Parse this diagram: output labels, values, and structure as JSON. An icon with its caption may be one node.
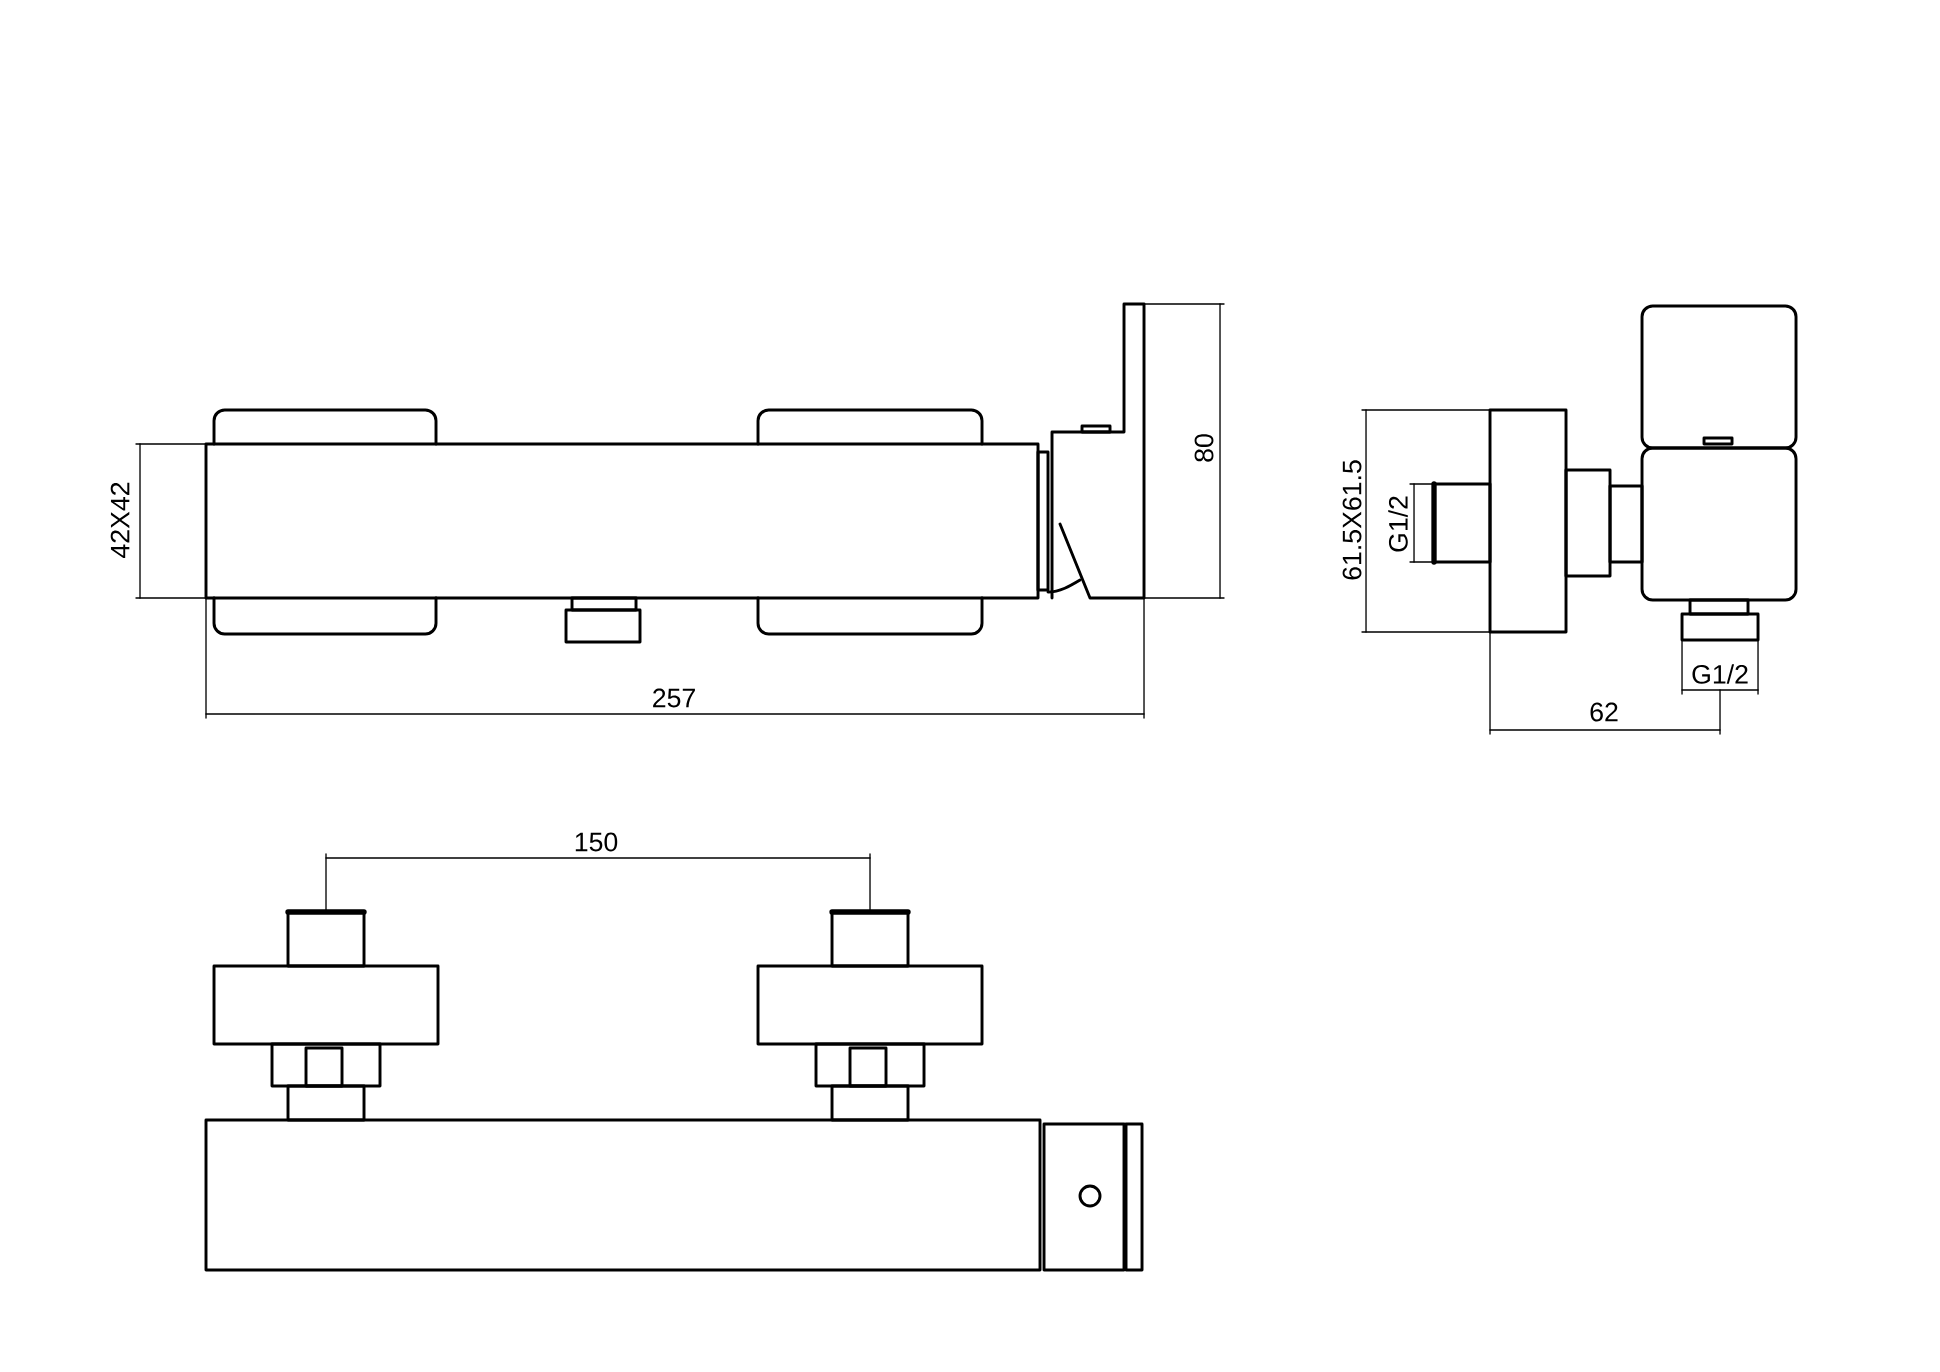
{
  "diagram": {
    "labels": [
      "42X42",
      "80",
      "257",
      "61.5X61.5",
      "G1/2",
      "G1/2",
      "62",
      "150"
    ]
  }
}
